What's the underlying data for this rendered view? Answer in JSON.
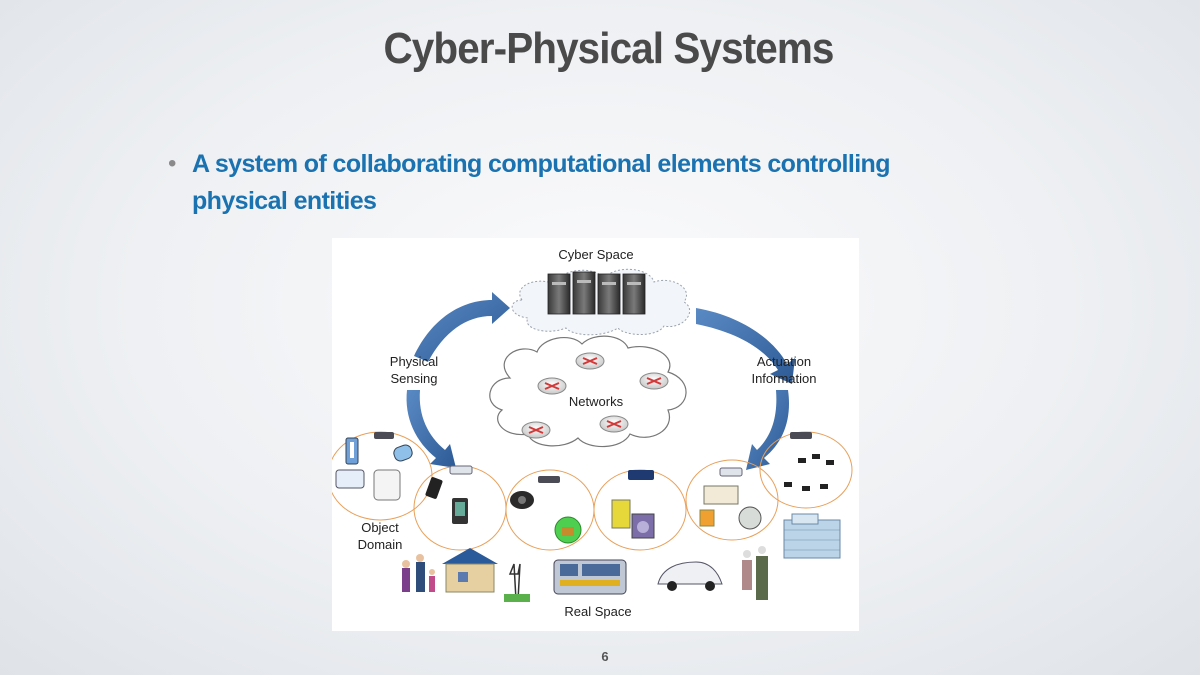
{
  "slide": {
    "title": "Cyber-Physical Systems",
    "bullets": [
      "A system of collaborating computational elements controlling physical entities"
    ],
    "page_number": "6"
  },
  "diagram": {
    "labels": {
      "cyber_space": "Cyber Space",
      "networks": "Networks",
      "physical_sensing_1": "Physical",
      "physical_sensing_2": "Sensing",
      "actuation_1": "Actuation",
      "actuation_2": "Information",
      "object_domain_1": "Object",
      "object_domain_2": "Domain",
      "real_space": "Real Space"
    },
    "colors": {
      "arrow_blue": "#3f6fa8",
      "circle_orange": "#e8a05a",
      "cloud_outline": "#8a8a8a",
      "router_red": "#d23a3a",
      "bullet_blue": "#1a72b0"
    },
    "icons": [
      "server-rack-icon",
      "router-icon",
      "cloud-icon",
      "wifi-access-point-icon",
      "thermometer-icon",
      "scale-icon",
      "mobile-phone-icon",
      "webcam-icon",
      "lock-icon",
      "refrigerator-icon",
      "washing-machine-icon",
      "power-meter-icon",
      "sensor-node-icon",
      "solar-house-icon",
      "power-tower-icon",
      "train-icon",
      "electric-car-icon",
      "family-icon",
      "elderly-couple-icon",
      "office-building-icon"
    ]
  }
}
